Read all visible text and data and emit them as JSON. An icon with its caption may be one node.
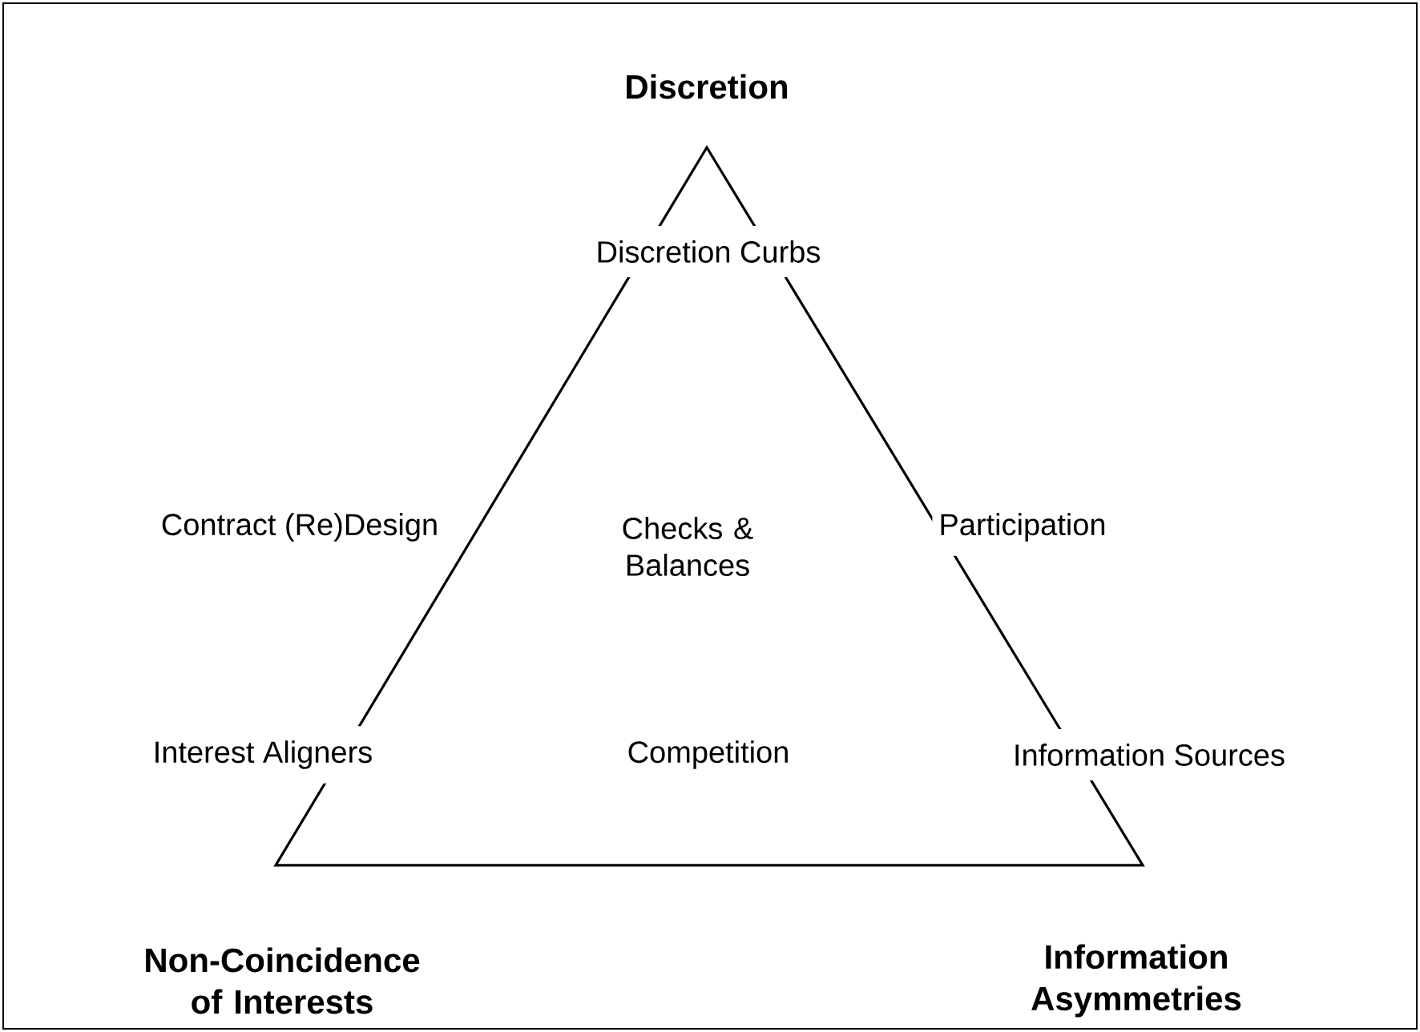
{
  "diagram": {
    "labels": [
      "Discretion",
      "Discretion Curbs",
      "Contract (Re)Design",
      "Checks & Balances",
      "Participation",
      "Interest Aligners",
      "Competition",
      "Information Sources",
      "Non-Coincidence of Interests",
      "Information Asymmetries"
    ]
  }
}
